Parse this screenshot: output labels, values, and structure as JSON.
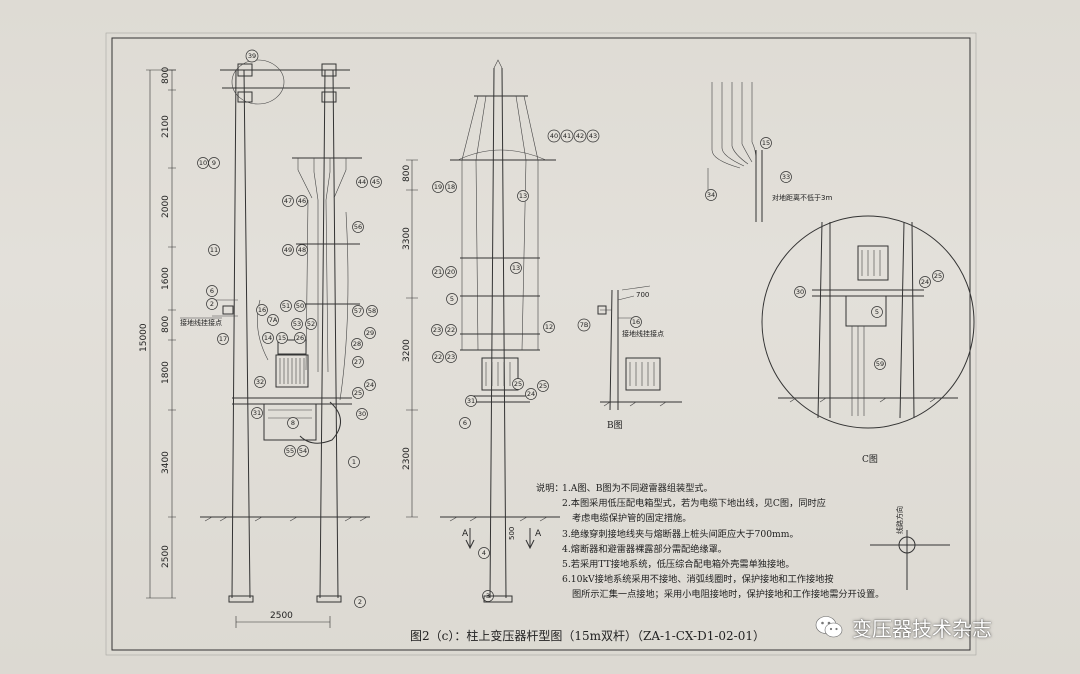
{
  "drawing": {
    "caption": "图2（c）：柱上变压器杆型图（15m双杆）（ZA-1-CX-D1-02-01）",
    "notes_title": "说明：",
    "notes": [
      "1.A图、B图为不同避雷器组装型式。",
      "2.本图采用低压配电箱型式，若为电缆下地出线，见C图，同时应",
      "考虑电缆保护管的固定措施。",
      "3.绝缘穿刺接地线夹与熔断器上桩头间距应大于700mm。",
      "4.熔断器和避雷器裸露部分需配绝缘罩。",
      "5.若采用TT接地系统，低压综合配电箱外壳需单独接地。",
      "6.10kV接地系统采用不接地、消弧线圈时，保护接地和工作接地按",
      "图所示汇集一点接地；采用小电阻接地时，保护接地和工作接地需分开设置。"
    ],
    "dimensions_left": [
      "800",
      "2100",
      "2000",
      "1600",
      "800",
      "1800",
      "3400",
      "2500"
    ],
    "overall_height": "15000",
    "dimensions_right": [
      "800",
      "3300",
      "3200",
      "2300"
    ],
    "pole_spacing": "2500",
    "labels": {
      "grounding_point": "接地线挂接点",
      "grounding_point_b": "接地线挂接点",
      "view_b": "B图",
      "view_c": "C图",
      "section_a": "A",
      "dim_700": "700",
      "dim_500": "500",
      "direction": "线路方向",
      "cable_note": "对地距离不低于3m"
    },
    "balloons_a": [
      "39",
      "10",
      "9",
      "11",
      "6",
      "2",
      "17",
      "16",
      "7A",
      "14",
      "15",
      "26",
      "32",
      "31",
      "8",
      "47",
      "46",
      "44",
      "45",
      "49",
      "48",
      "56",
      "51",
      "50",
      "57",
      "58",
      "53",
      "52",
      "28",
      "29",
      "27",
      "25",
      "24",
      "30",
      "55",
      "54",
      "1",
      "2",
      "3"
    ],
    "balloons_side": [
      "40",
      "41",
      "42",
      "43",
      "19",
      "18",
      "13",
      "21",
      "20",
      "13",
      "5",
      "23",
      "22",
      "25",
      "22",
      "23",
      "12",
      "31",
      "24",
      "25",
      "6",
      "4"
    ],
    "balloons_b": [
      "7B",
      "16"
    ],
    "balloons_cable": [
      "15",
      "33",
      "34"
    ],
    "balloons_c": [
      "24",
      "25",
      "30",
      "5",
      "59"
    ]
  },
  "watermark": {
    "text": "变压器技术杂志",
    "icon": "wechat-icon"
  }
}
